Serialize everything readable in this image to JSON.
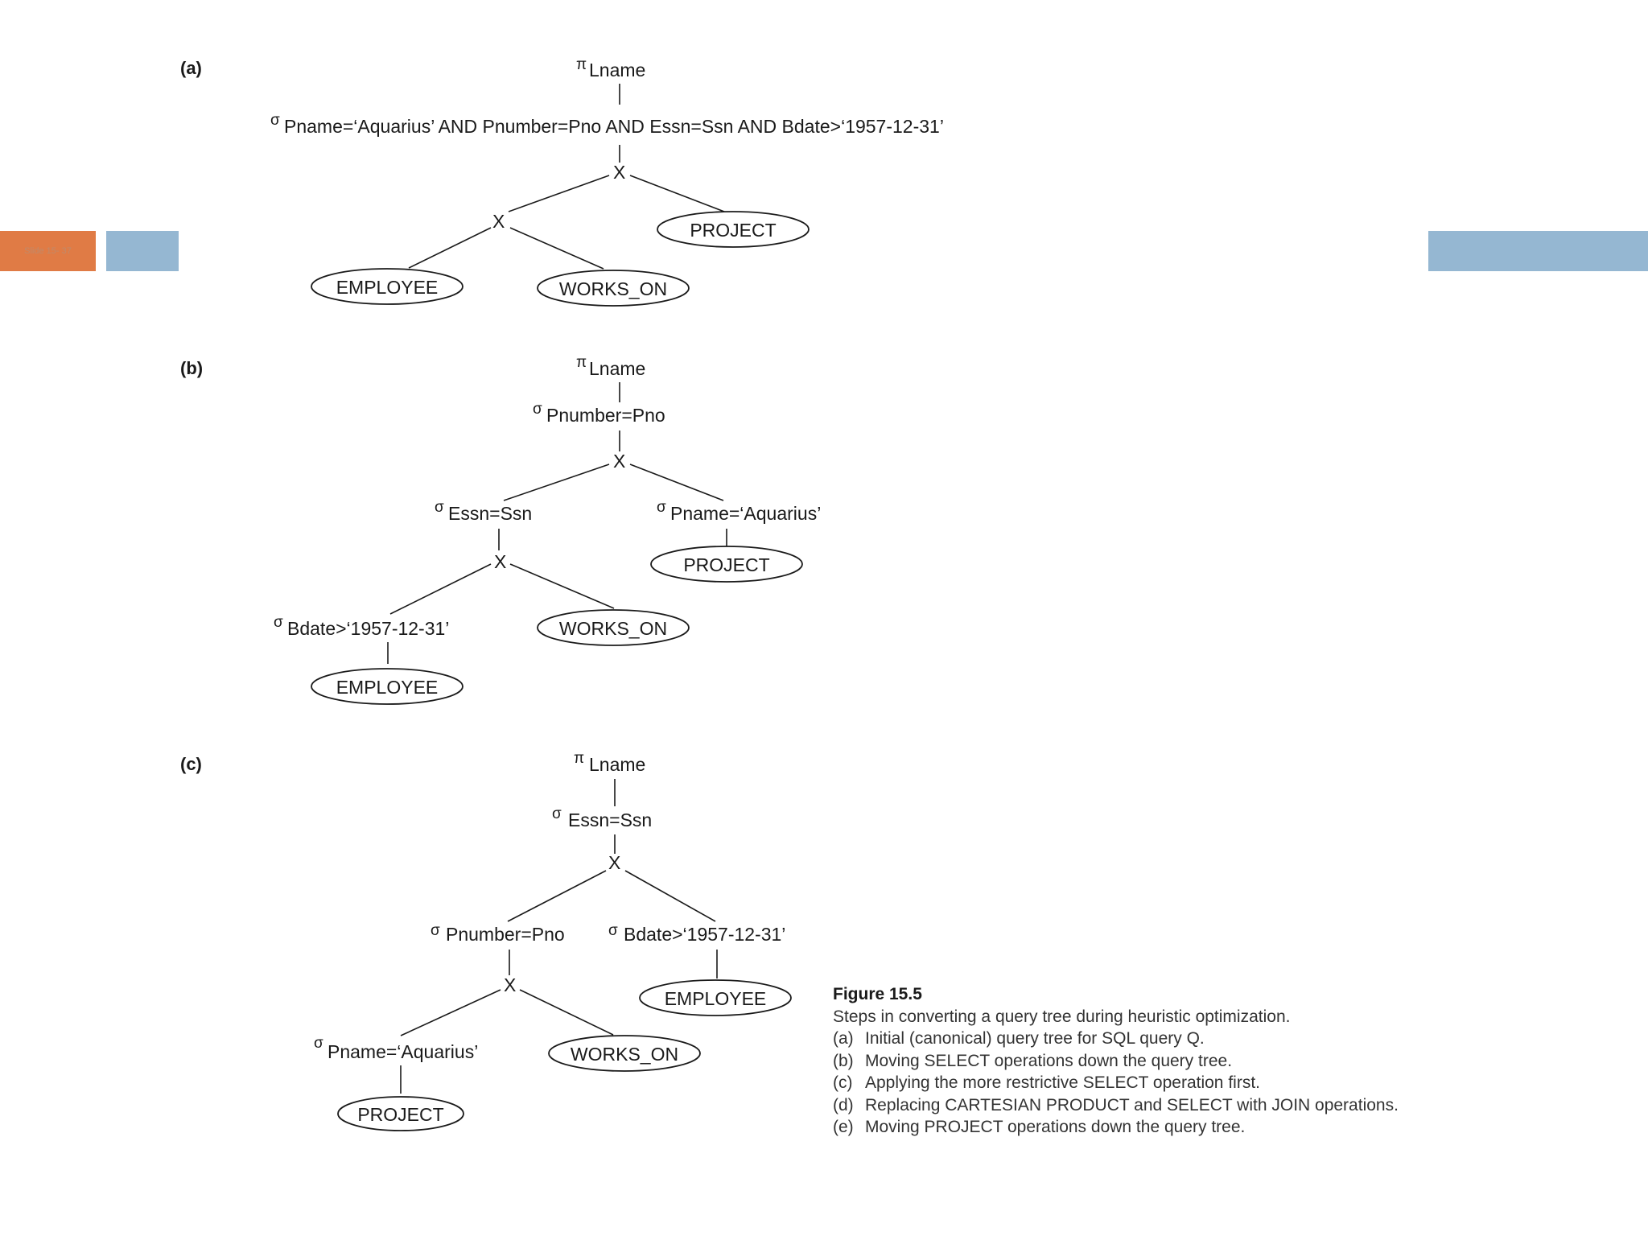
{
  "colors": {
    "slide_tag_bg": "#e07b45",
    "band_blue": "#95b7d2",
    "ink": "#1a1a1a"
  },
  "slide_tag": "Slide 15- 37",
  "symbols": {
    "project": "π",
    "select": "σ",
    "product": "X"
  },
  "panels": [
    {
      "tag": "(a)",
      "nodes": {
        "project_attr": "Lname",
        "select_cond": "Pname=‘Aquarius’ AND Pnumber=Pno AND Essn=Ssn AND Bdate>‘1957-12-31’",
        "rel_project": "PROJECT",
        "rel_employee": "EMPLOYEE",
        "rel_works_on": "WORKS_ON"
      }
    },
    {
      "tag": "(b)",
      "nodes": {
        "project_attr": "Lname",
        "select_top": "Pnumber=Pno",
        "select_essn": "Essn=Ssn",
        "select_pname": "Pname=‘Aquarius’",
        "select_bdate": "Bdate>‘1957-12-31’",
        "rel_project": "PROJECT",
        "rel_works_on": "WORKS_ON",
        "rel_employee": "EMPLOYEE"
      }
    },
    {
      "tag": "(c)",
      "nodes": {
        "project_attr": "Lname",
        "select_top": "Essn=Ssn",
        "select_pnumber": "Pnumber=Pno",
        "select_bdate": "Bdate>‘1957-12-31’",
        "select_pname": "Pname=‘Aquarius’",
        "rel_employee": "EMPLOYEE",
        "rel_works_on": "WORKS_ON",
        "rel_project": "PROJECT"
      }
    }
  ],
  "caption": {
    "title": "Figure 15.5",
    "subtitle": "Steps in converting a query tree during heuristic optimization.",
    "items": [
      {
        "key": "(a)",
        "text": "Initial (canonical) query tree for SQL query Q."
      },
      {
        "key": "(b)",
        "text": "Moving SELECT operations down the query tree."
      },
      {
        "key": "(c)",
        "text": "Applying the more restrictive SELECT operation first."
      },
      {
        "key": "(d)",
        "text": "Replacing CARTESIAN PRODUCT and SELECT with JOIN operations."
      },
      {
        "key": "(e)",
        "text": "Moving PROJECT operations down the query tree."
      }
    ]
  }
}
